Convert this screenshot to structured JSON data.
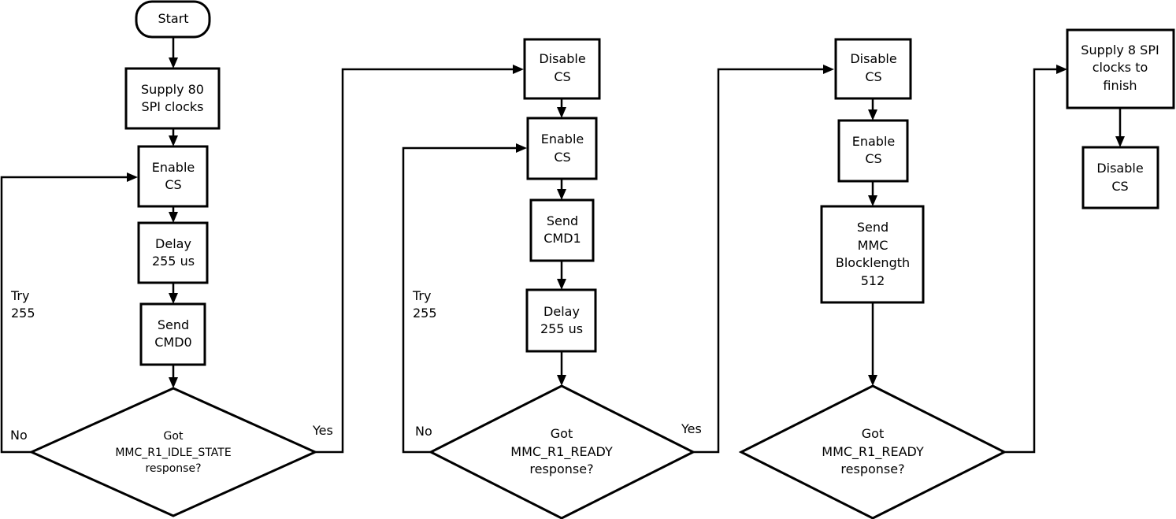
{
  "flowchart": {
    "start": "Start",
    "col1": {
      "supply80": [
        "Supply 80",
        "SPI clocks"
      ],
      "enable": [
        "Enable",
        "CS"
      ],
      "delay": [
        "Delay",
        "255 us"
      ],
      "send": [
        "Send",
        "CMD0"
      ],
      "decision": [
        "Got",
        "MMC_R1_IDLE_STATE",
        "response?"
      ],
      "no": "No",
      "yes": "Yes",
      "try": [
        "Try",
        "255"
      ]
    },
    "col2": {
      "disable": [
        "Disable",
        "CS"
      ],
      "enable": [
        "Enable",
        "CS"
      ],
      "send": [
        "Send",
        "CMD1"
      ],
      "delay": [
        "Delay",
        "255 us"
      ],
      "decision": [
        "Got",
        "MMC_R1_READY",
        "response?"
      ],
      "no": "No",
      "yes": "Yes",
      "try": [
        "Try",
        "255"
      ]
    },
    "col3": {
      "disable": [
        "Disable",
        "CS"
      ],
      "enable": [
        "Enable",
        "CS"
      ],
      "send": [
        "Send",
        "MMC",
        "Blocklength",
        "512"
      ],
      "decision": [
        "Got",
        "MMC_R1_READY",
        "response?"
      ]
    },
    "col4": {
      "supply8": [
        "Supply 8 SPI",
        "clocks to",
        "finish"
      ],
      "disable": [
        "Disable",
        "CS"
      ]
    }
  }
}
